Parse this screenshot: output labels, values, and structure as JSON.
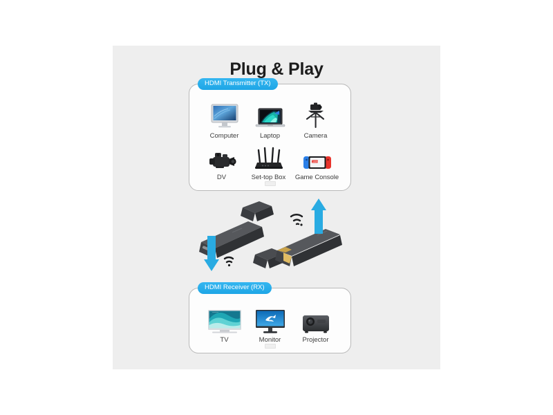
{
  "page": {
    "title": "Plug & Play",
    "background_color": "#ffffff",
    "panel_color": "#eeeeee",
    "accent_color": "#2cb0ee",
    "arrow_color": "#29abe2",
    "label_color": "#3c3c3c"
  },
  "transmitter_card": {
    "badge": "HDMI Transmitter (TX)",
    "devices": [
      {
        "label": "Computer",
        "icon": "desktop-computer-icon"
      },
      {
        "label": "Laptop",
        "icon": "laptop-icon"
      },
      {
        "label": "Camera",
        "icon": "camera-tripod-icon"
      },
      {
        "label": "DV",
        "icon": "camcorder-icon"
      },
      {
        "label": "Set-top Box",
        "icon": "router-set-top-box-icon"
      },
      {
        "label": "Game Console",
        "icon": "game-console-icon"
      }
    ]
  },
  "receiver_card": {
    "badge": "HDMI Receiver (RX)",
    "devices": [
      {
        "label": "TV",
        "icon": "television-icon"
      },
      {
        "label": "Monitor",
        "icon": "monitor-icon"
      },
      {
        "label": "Projector",
        "icon": "projector-icon"
      }
    ]
  },
  "middle_scene": {
    "transmitter_dongle": "hdmi-transmitter-dongle",
    "receiver_dongle": "hdmi-receiver-dongle",
    "transmitter_cap": "hdmi-cap-left",
    "receiver_cap": "hdmi-cap-right",
    "down_arrow": "arrow-down-icon",
    "up_arrow": "arrow-up-icon",
    "wifi_left": "wireless-signal-icon",
    "wifi_right": "wireless-signal-icon"
  }
}
